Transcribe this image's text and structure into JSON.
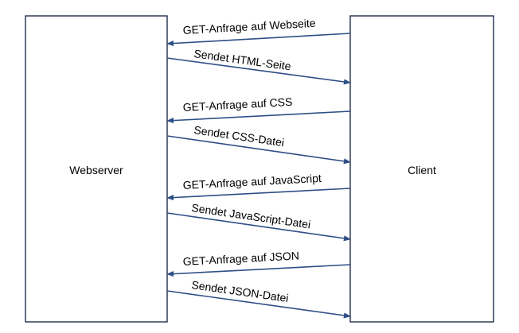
{
  "participants": {
    "server": "Webserver",
    "client": "Client"
  },
  "messages": [
    {
      "label": "GET-Anfrage auf Webseite",
      "direction": "client-to-server"
    },
    {
      "label": "Sendet HTML-Seite",
      "direction": "server-to-client"
    },
    {
      "label": "GET-Anfrage auf CSS",
      "direction": "client-to-server"
    },
    {
      "label": "Sendet CSS-Datei",
      "direction": "server-to-client"
    },
    {
      "label": "GET-Anfrage auf JavaScript",
      "direction": "client-to-server"
    },
    {
      "label": "Sendet JavaScript-Datei",
      "direction": "server-to-client"
    },
    {
      "label": "GET-Anfrage auf JSON",
      "direction": "client-to-server"
    },
    {
      "label": "Sendet JSON-Datei",
      "direction": "server-to-client"
    }
  ],
  "colors": {
    "arrow": "#2d4e86",
    "box_border": "#1f2f4a"
  }
}
